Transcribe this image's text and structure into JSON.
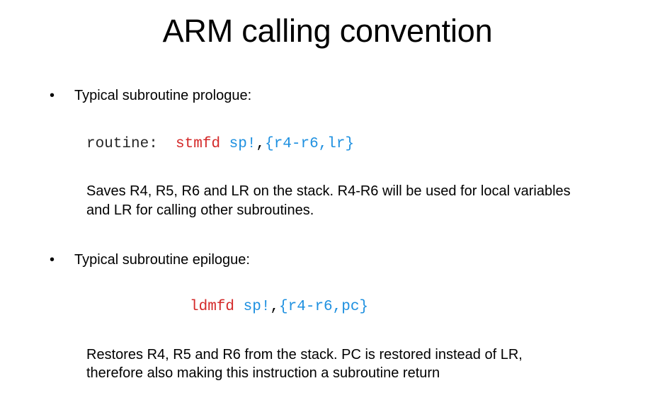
{
  "slide": {
    "title": "ARM calling convention",
    "background_color": "#FFFFFF",
    "text_color": "#000000"
  },
  "colors": {
    "mnemonic_red": "#D42A2A",
    "register_blue": "#1E90E0",
    "label_gray": "#262626",
    "punctuation_black": "#000000"
  },
  "bullets": [
    {
      "marker": "•",
      "label": "Typical subroutine prologue:"
    },
    {
      "marker": "•",
      "label": "Typical subroutine epilogue:"
    }
  ],
  "code": {
    "prologue": {
      "label": "routine:",
      "gap1": "  ",
      "mnemonic": "stmfd",
      "gap2": " ",
      "operand_stack": "sp!",
      "separator": ",",
      "operand_list": "{r4-r6,lr}"
    },
    "epilogue": {
      "mnemonic": "ldmfd",
      "gap2": " ",
      "operand_stack": "sp!",
      "separator": ",",
      "operand_list": "{r4-r6,pc}"
    }
  },
  "paragraphs": {
    "prologue_desc": "Saves R4, R5, R6 and LR on the stack. R4-R6 will be used for local variables and LR for calling other subroutines.",
    "epilogue_desc": "Restores R4, R5 and R6 from the stack. PC is restored instead of LR, therefore also making this instruction a subroutine return"
  }
}
